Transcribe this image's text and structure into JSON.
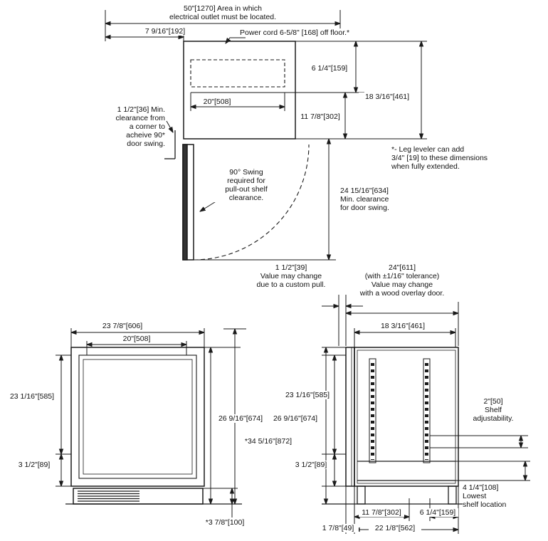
{
  "plan": {
    "outlet_area": "50\"[1270] Area in which\nelectrical outlet must be located.",
    "offset_left": "7 9/16\"[192]",
    "power_cord": "Power cord 6-5/8\" [168] off floor.*",
    "inner_width": "20\"[508]",
    "cord_depth": "6 1/4\"[159]",
    "total_depth": "18 3/16\"[461]",
    "front_depth": "11 7/8\"[302]",
    "corner_note": "1 1/2\"[36] Min.\nclearance from\na corner to\nacheive 90*\ndoor swing.",
    "swing_note": "90° Swing\nrequired for\npull-out shelf\nclearance.",
    "door_clearance": "24 15/16\"[634]\nMin. clearance\nfor door swing.",
    "leveler_note": "*- Leg leveler can add\n3/4\" [19] to these dimensions\nwhen fully extended."
  },
  "notes": {
    "custom_pull": "1 1/2\"[39]\nValue may change\ndue to a custom pull.",
    "overlay_door": "24\"[611]\n(with ±1/16\" tolerance)\nValue may change\nwith a wood overlay door."
  },
  "front": {
    "width_total": "23 7/8\"[606]",
    "width_inner": "20\"[508]",
    "door_height": "23 1/16\"[585]",
    "kick_height": "3 1/2\"[89]",
    "unit_height": "26 9/16\"[674]",
    "counter_height": "*34 5/16\"[872]",
    "grille_height": "*3 7/8\"[100]"
  },
  "side": {
    "top_depth": "18 3/16\"[461]",
    "door_height": "23 1/16\"[585]",
    "unit_height": "26 9/16\"[674]",
    "kick_height": "3 1/2\"[89]",
    "shelf_adjust": "2\"[50]\nShelf\nadjustability.",
    "lowest_shelf": "4 1/4\"[108]\nLowest\nshelf location",
    "depth_front": "11 7/8\"[302]",
    "depth_back": "6 1/4\"[159]",
    "door_thickness": "1 7/8\"[49]",
    "body_depth": "22 1/8\"[562]"
  },
  "line_color": "#1a1a1a"
}
